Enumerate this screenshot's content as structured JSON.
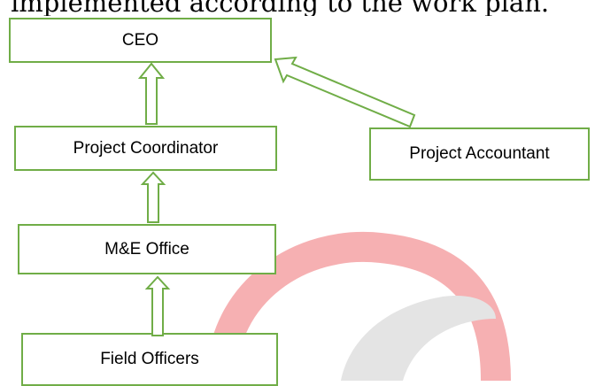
{
  "header_text": "implemented according to the work plan.",
  "colors": {
    "box_border": "#70ad47",
    "arrow_stroke": "#70ad47",
    "watermark_red": "#f4a2a5",
    "watermark_gray": "#e4e4e4"
  },
  "boxes": {
    "ceo": "CEO",
    "project_coordinator": "Project Coordinator",
    "project_accountant": "Project Accountant",
    "me_office": "M&E Office",
    "field_officers": "Field Officers"
  },
  "arrows": [
    {
      "from": "project_coordinator",
      "to": "ceo"
    },
    {
      "from": "project_accountant",
      "to": "ceo"
    },
    {
      "from": "me_office",
      "to": "project_coordinator"
    },
    {
      "from": "field_officers",
      "to": "me_office"
    }
  ]
}
